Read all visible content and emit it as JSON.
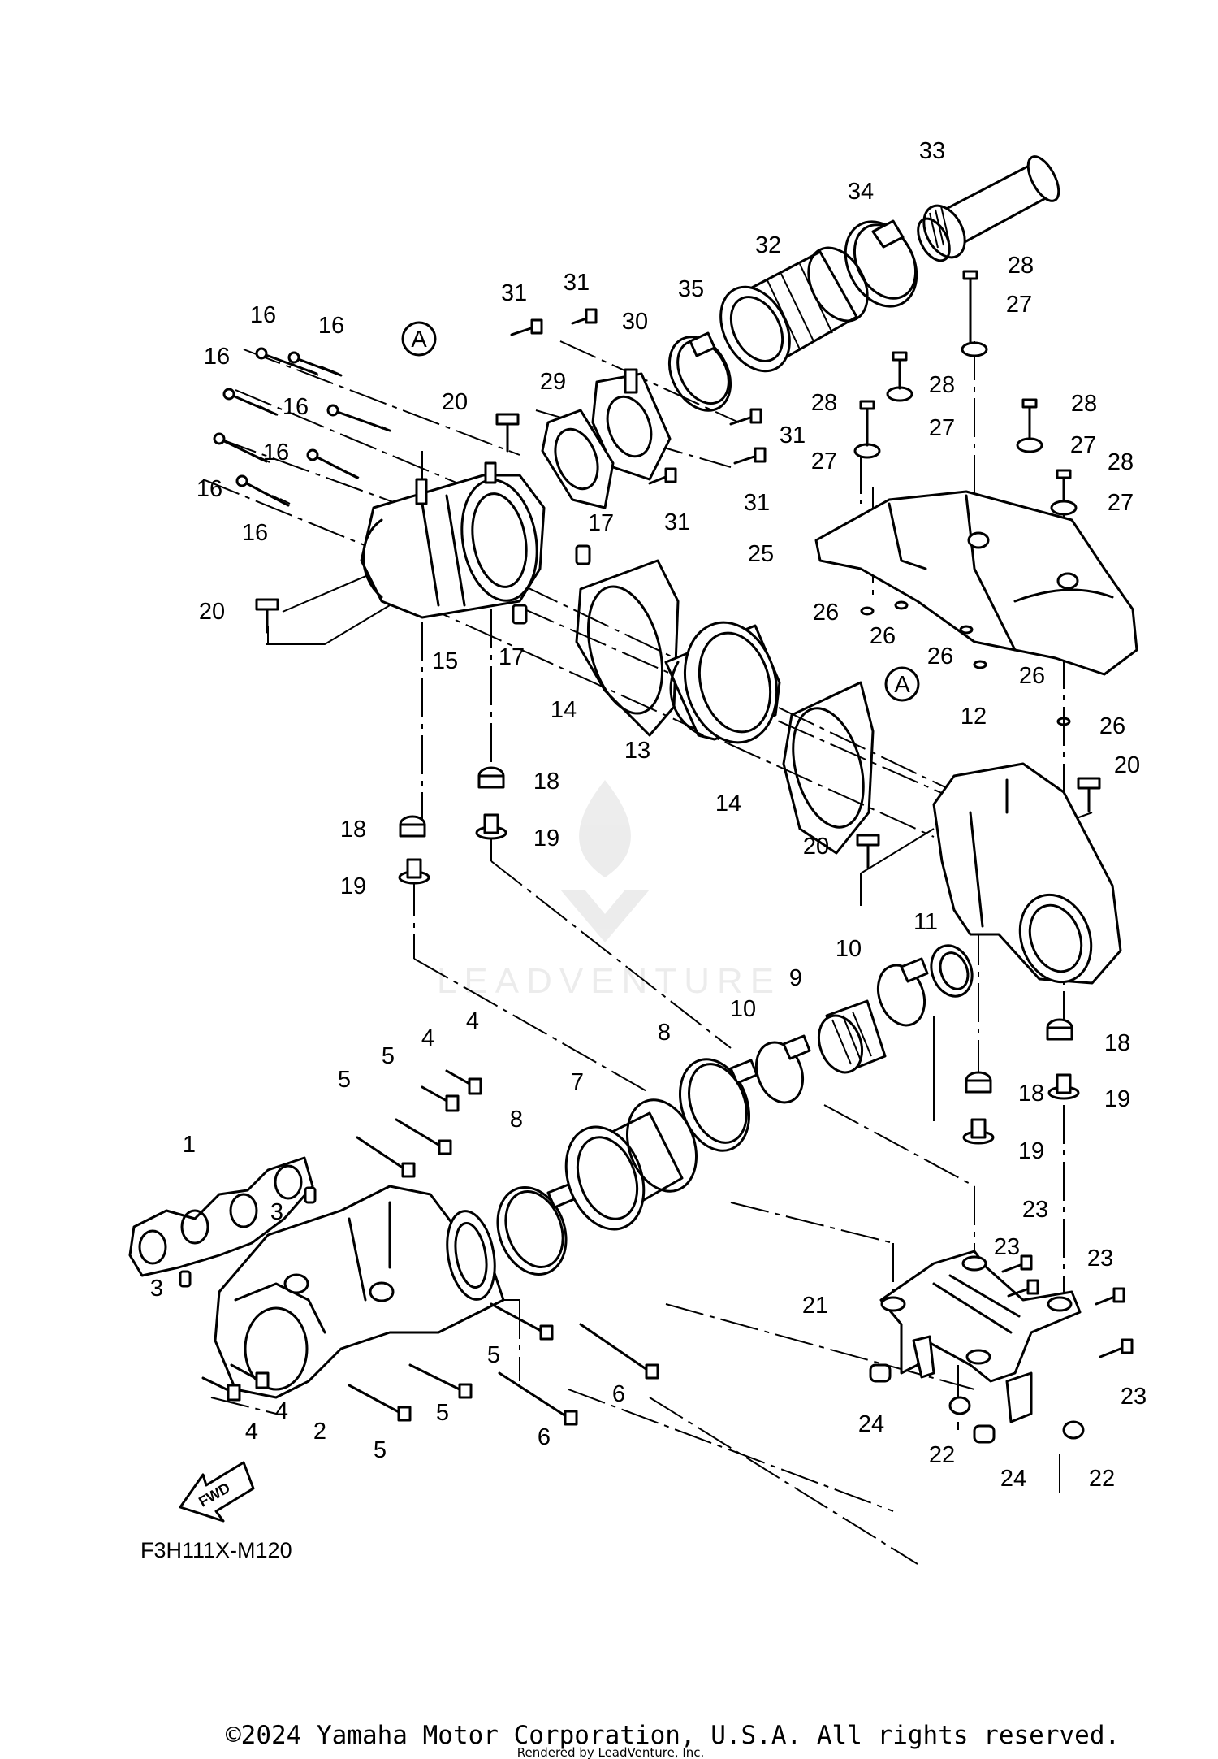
{
  "diagram": {
    "callouts": [
      {
        "label": "1"
      },
      {
        "label": "2"
      },
      {
        "label": "3"
      },
      {
        "label": "3"
      },
      {
        "label": "4"
      },
      {
        "label": "4"
      },
      {
        "label": "4"
      },
      {
        "label": "4"
      },
      {
        "label": "5"
      },
      {
        "label": "5"
      },
      {
        "label": "5"
      },
      {
        "label": "5"
      },
      {
        "label": "5"
      },
      {
        "label": "6"
      },
      {
        "label": "6"
      },
      {
        "label": "7"
      },
      {
        "label": "8"
      },
      {
        "label": "8"
      },
      {
        "label": "9"
      },
      {
        "label": "10"
      },
      {
        "label": "10"
      },
      {
        "label": "11"
      },
      {
        "label": "12"
      },
      {
        "label": "13"
      },
      {
        "label": "14"
      },
      {
        "label": "14"
      },
      {
        "label": "15"
      },
      {
        "label": "16"
      },
      {
        "label": "16"
      },
      {
        "label": "16"
      },
      {
        "label": "16"
      },
      {
        "label": "16"
      },
      {
        "label": "16"
      },
      {
        "label": "16"
      },
      {
        "label": "17"
      },
      {
        "label": "17"
      },
      {
        "label": "18"
      },
      {
        "label": "18"
      },
      {
        "label": "18"
      },
      {
        "label": "18"
      },
      {
        "label": "19"
      },
      {
        "label": "19"
      },
      {
        "label": "19"
      },
      {
        "label": "19"
      },
      {
        "label": "20"
      },
      {
        "label": "20"
      },
      {
        "label": "20"
      },
      {
        "label": "20"
      },
      {
        "label": "21"
      },
      {
        "label": "22"
      },
      {
        "label": "22"
      },
      {
        "label": "23"
      },
      {
        "label": "23"
      },
      {
        "label": "23"
      },
      {
        "label": "23"
      },
      {
        "label": "24"
      },
      {
        "label": "24"
      },
      {
        "label": "25"
      },
      {
        "label": "26"
      },
      {
        "label": "26"
      },
      {
        "label": "26"
      },
      {
        "label": "26"
      },
      {
        "label": "26"
      },
      {
        "label": "27"
      },
      {
        "label": "27"
      },
      {
        "label": "27"
      },
      {
        "label": "27"
      },
      {
        "label": "27"
      },
      {
        "label": "28"
      },
      {
        "label": "28"
      },
      {
        "label": "28"
      },
      {
        "label": "28"
      },
      {
        "label": "28"
      },
      {
        "label": "29"
      },
      {
        "label": "30"
      },
      {
        "label": "31"
      },
      {
        "label": "31"
      },
      {
        "label": "31"
      },
      {
        "label": "31"
      },
      {
        "label": "31"
      },
      {
        "label": "32"
      },
      {
        "label": "33"
      },
      {
        "label": "34"
      },
      {
        "label": "35"
      }
    ],
    "reference_marks": [
      {
        "label": "A"
      },
      {
        "label": "A"
      }
    ],
    "direction_label": "FWD",
    "diagram_code": "F3H111X-M120"
  },
  "footer": {
    "copyright": "©2024 Yamaha Motor Corporation, U.S.A. All rights reserved.",
    "rendered_by": "Rendered by LeadVenture, Inc."
  },
  "watermark": {
    "brand": "LEADVENTURE"
  }
}
